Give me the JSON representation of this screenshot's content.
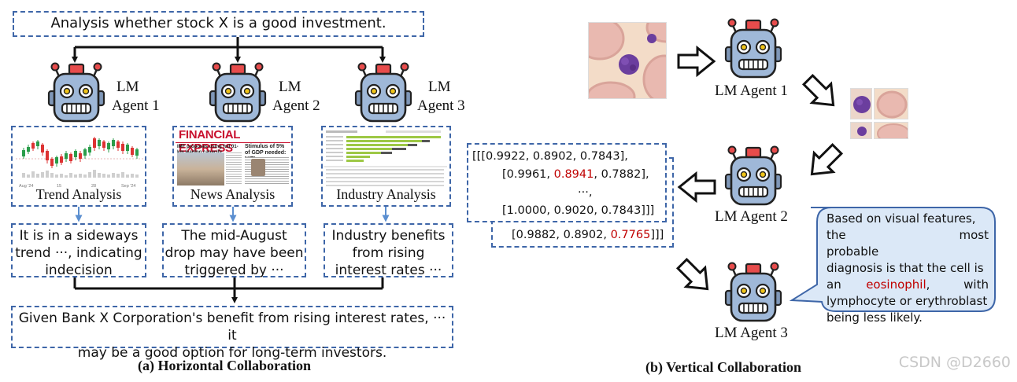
{
  "horizontal": {
    "task": "Analysis whether stock X is a good investment.",
    "agents": [
      {
        "line1": "LM",
        "line2": "Agent 1"
      },
      {
        "line1": "LM",
        "line2": "Agent 2"
      },
      {
        "line1": "LM",
        "line2": "Agent 3"
      }
    ],
    "panels": [
      {
        "label": "Trend Analysis",
        "axis_left": "Aug '24",
        "axis_mid1": "15",
        "axis_mid2": "28",
        "axis_right": "Sep '24"
      },
      {
        "label": "News Analysis",
        "masthead": "FINANCIAL EXPRESS",
        "headline1": "IMF proposes using full 01-km leading capacity",
        "headline2": "Stimulus of 5% of GDP needed: NITI"
      },
      {
        "label": "Industry Analysis"
      }
    ],
    "outputs": [
      {
        "line1": "It is in a sideways",
        "line2": "trend ···, indicating",
        "line3": "indecision"
      },
      {
        "line1": "The mid-August",
        "line2": "drop may have been",
        "line3": "triggered by ···"
      },
      {
        "line1": "Industry benefits",
        "line2": "from rising",
        "line3": "interest rates ···"
      }
    ],
    "conclusion": {
      "line1": "Given Bank X Corporation's benefit from rising interest rates, ··· it",
      "line2": "may be a good option for long-term investors."
    },
    "caption": "(a) Horizontal Collaboration"
  },
  "vertical": {
    "agents": [
      "LM Agent 1",
      "LM Agent 2",
      "LM Agent 3"
    ],
    "matrix": {
      "row1": "[[[0.9922, 0.8902, 0.7843],",
      "row2_pre": "[0.9961, ",
      "row2_red": "0.8941",
      "row2_post": ", 0.7882],",
      "row3": "···,",
      "row4": "[1.0000, 0.9020, 0.7843]]]",
      "row5_pre": "[0.9882, 0.8902, ",
      "row5_red": "0.7765",
      "row5_post": "]]]"
    },
    "bubble": {
      "l1": "Based on visual features,",
      "l2": "the most probable",
      "l3": "diagnosis is that the cell is",
      "l4_pre": "an",
      "l4_red": "eosinophil",
      "l4_post": ", with",
      "l5": "lymphocyte or erythroblast",
      "l6": "being less likely."
    },
    "caption": "(b) Vertical Collaboration"
  },
  "watermark": "CSDN @D2660",
  "colors": {
    "dash_border": "#3e66a8",
    "arrow_blue": "#5b8fd0",
    "robot_face": "#9fb8d8",
    "robot_antenna": "#e74c4c",
    "bubble_fill": "#dbe8f7",
    "highlight_red": "#c00000"
  },
  "icons": [
    "robot-icon",
    "hollow-arrow-icon",
    "blood-cell-image"
  ]
}
